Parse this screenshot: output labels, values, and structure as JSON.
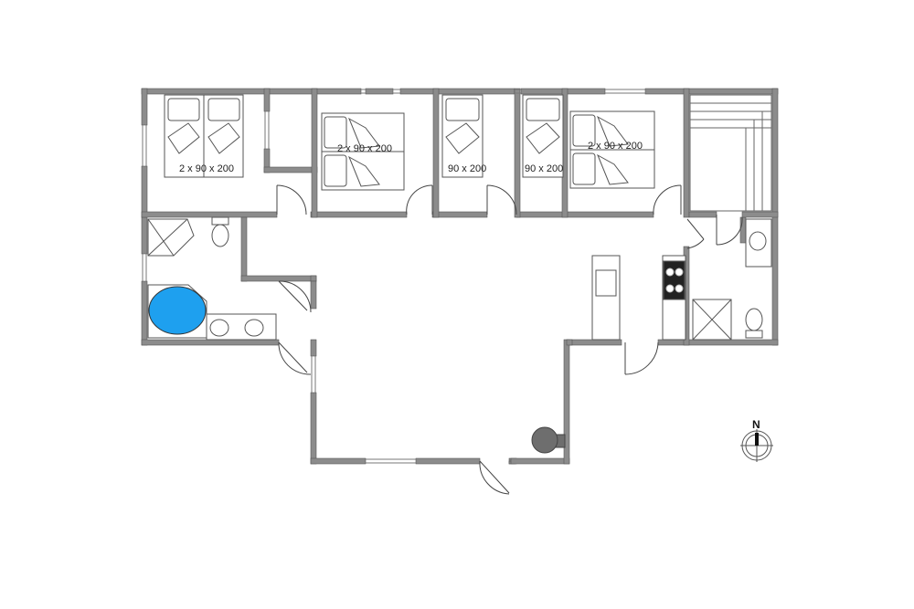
{
  "floorplan": {
    "bed_labels": {
      "bedroom_1": "2 x 90 x 200",
      "bedroom_2": "2 x 90 x 200",
      "bedroom_3": "90 x 200",
      "bedroom_4": "90 x 200",
      "bedroom_5": "2 x 90 x 200"
    },
    "compass": {
      "label": "N"
    },
    "colors": {
      "wall": "#8c8c8c",
      "wall_edge": "#555555",
      "fixture_line": "#555555",
      "bathtub": "#1ea0ef",
      "stove": "#222222",
      "fireplace": "#6e6e6e"
    }
  }
}
